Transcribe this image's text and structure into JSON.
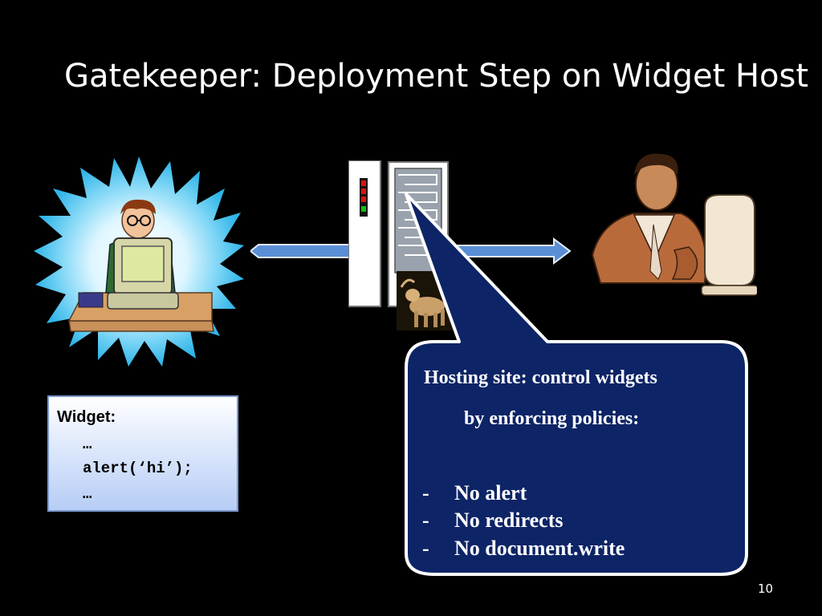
{
  "slide": {
    "title": "Gatekeeper: Deployment Step on Widget Host",
    "page_number": "10"
  },
  "widget_box": {
    "label": "Widget:",
    "code_lines": [
      "…",
      "alert(‘hi’);",
      "…"
    ]
  },
  "callout": {
    "heading_line1": "Hosting site: control widgets",
    "heading_line2": "by enforcing policies:",
    "policies": [
      {
        "bullet": "-",
        "text": "No alert"
      },
      {
        "bullet": "-",
        "text": "No redirects"
      },
      {
        "bullet": "-",
        "text": "No document.write"
      }
    ]
  },
  "colors": {
    "background": "#000000",
    "callout_fill": "#0d2466",
    "callout_border": "#ffffff",
    "arrow_fill": "#5a8fd6"
  },
  "icons": [
    "developer-starburst-illustration",
    "server-rack-icon",
    "guard-dog-image",
    "user-at-computer-illustration"
  ]
}
